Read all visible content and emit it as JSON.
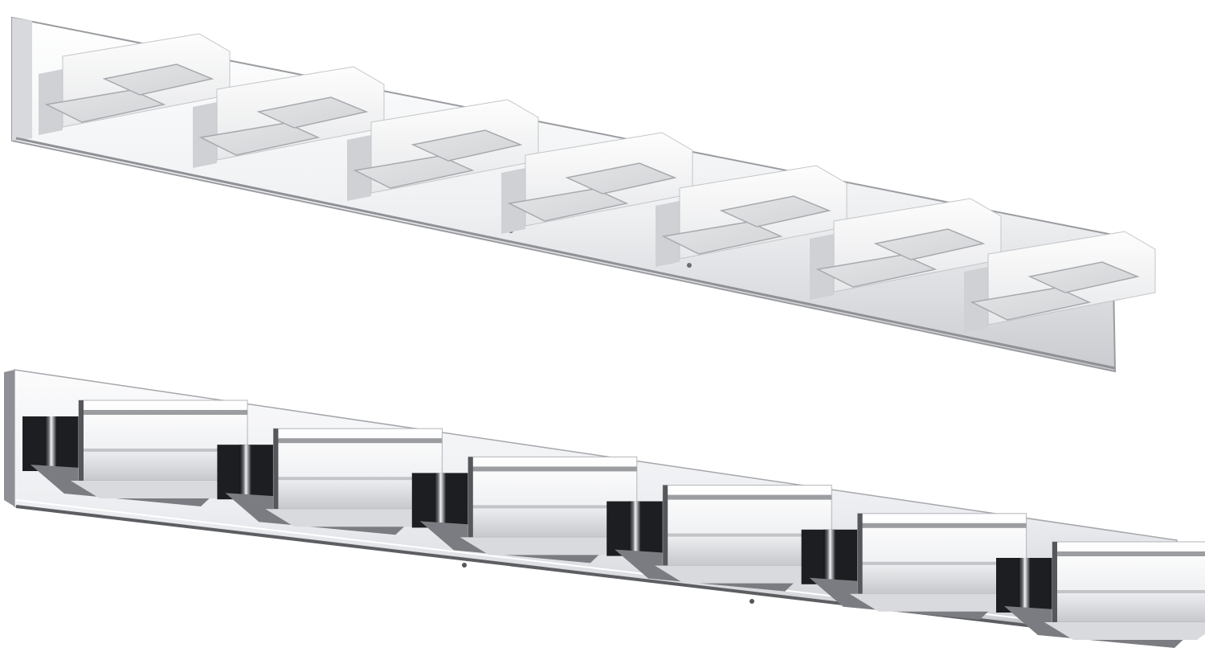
{
  "scene": {
    "subject": "",
    "background_color": "#ffffff"
  },
  "fixtures": [
    {
      "name": "top-fixture",
      "view": "angled-from-below",
      "light_count": 7,
      "colors": {
        "plate": "#e9eaec",
        "plate_edge": "#9a9ca0",
        "shade": "#f4f4f5",
        "diffuser": "#dedfe2"
      }
    },
    {
      "name": "bottom-fixture",
      "view": "front-chrome",
      "light_count": 6,
      "colors": {
        "plate": "#f2f3f5",
        "plate_edge": "#5c5e62",
        "shade": "#f7f7f8",
        "chrome_dark": "#1d1e21"
      }
    }
  ]
}
